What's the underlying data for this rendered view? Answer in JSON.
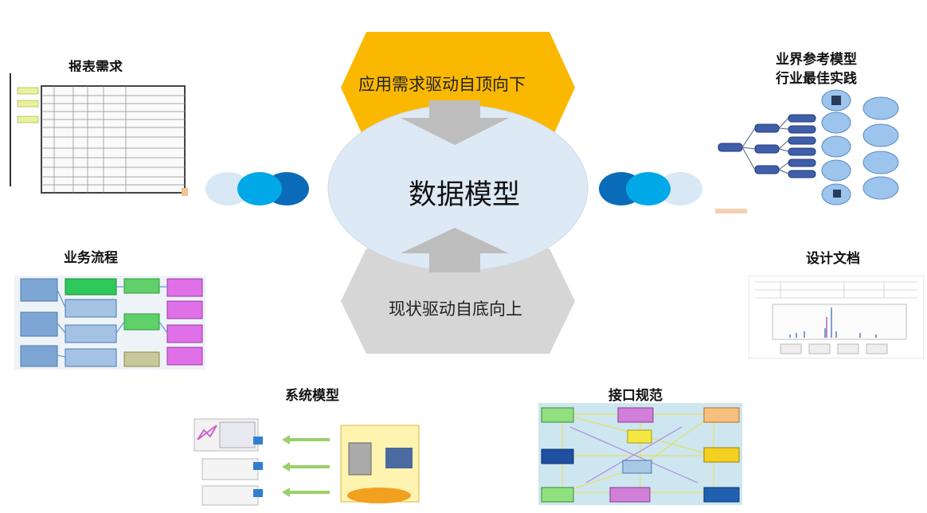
{
  "center": {
    "title": "数据模型",
    "top_banner": "应用需求驱动自顶向下",
    "bottom_banner": "现状驱动自底向上"
  },
  "inputs": {
    "report": "报表需求",
    "business_flow": "业务流程",
    "system_model": "系统模型",
    "interface_spec": "接口规范",
    "design_doc": "设计文档",
    "industry_ref_line1": "业界参考模型",
    "industry_ref_line2": "行业最佳实践"
  },
  "colors": {
    "top_hexagon": "#fbb800",
    "bottom_hexagon": "#d6d6d6",
    "center_ellipse": "#dde9f4",
    "arrow_gray": "#bdbdbd",
    "circle_light": "#d8e8f4",
    "circle_mid": "#00a8e8",
    "circle_dark": "#0a6cb8"
  }
}
